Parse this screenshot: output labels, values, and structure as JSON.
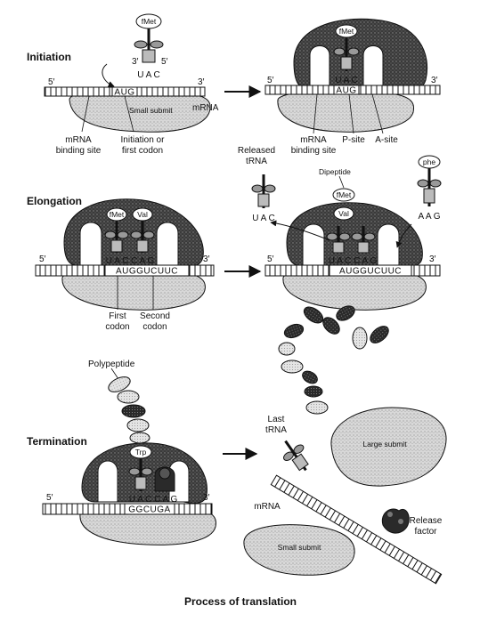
{
  "stages": {
    "initiation": "Initiation",
    "elongation": "Elongation",
    "termination": "Termination"
  },
  "initiation": {
    "trna_aa": "fMet",
    "prime3": "3′",
    "prime5": "5′",
    "anticodon": "U A C",
    "strand5": "5′",
    "strand3": "3′",
    "codon": "AUG",
    "small_subunit": "Small submit",
    "mrna": "mRNA",
    "mrna_binding_site_1": "mRNA",
    "mrna_binding_site_2": "binding site",
    "initiation_codon_1": "Initiation or",
    "initiation_codon_2": "first codon"
  },
  "initiation_result": {
    "trna_aa": "fMet",
    "anticodon": "U A C",
    "codon": "AUG",
    "strand5": "5′",
    "strand3": "3′",
    "mrna_binding_site_1": "mRNA",
    "mrna_binding_site_2": "binding site",
    "p_site": "P-site",
    "a_site": "A-site"
  },
  "elongation": {
    "aa1": "fMet",
    "aa2": "Val",
    "anticodons": "U A C C A G",
    "codons": "AUGGUCUUC",
    "strand5": "5′",
    "strand3": "3′",
    "first_codon_1": "First",
    "first_codon_2": "codon",
    "second_codon_1": "Second",
    "second_codon_2": "codon"
  },
  "elongation_result": {
    "released_1": "Released",
    "released_2": "tRNA",
    "released_anticodon": "U A C",
    "dipeptide": "Dipeptide",
    "dipeptide_aa1": "fMet",
    "dipeptide_aa2": "Val",
    "incoming_aa": "phe",
    "incoming_anticodon": "A A G",
    "anticodons": "U A C C A G",
    "codons": "AUGGUCUUC",
    "strand5": "5′",
    "strand3": "3′"
  },
  "termination": {
    "polypeptide": "Polypeptide",
    "aa": "Trp",
    "anticodons": "U A C C A G",
    "codons": "GGCUGA",
    "strand5": "5′",
    "strand3": "3′"
  },
  "termination_result": {
    "last_trna_1": "Last",
    "last_trna_2": "tRNA",
    "large_subunit": "Large submit",
    "mrna": "mRNA",
    "small_subunit": "Small submit",
    "release_factor_1": "Release",
    "release_factor_2": "factor"
  },
  "caption": "Process of translation",
  "colors": {
    "ink": "#111111",
    "dark_ribosome": "#444444",
    "light_ribosome": "#c8c8c8",
    "background": "#ffffff"
  }
}
